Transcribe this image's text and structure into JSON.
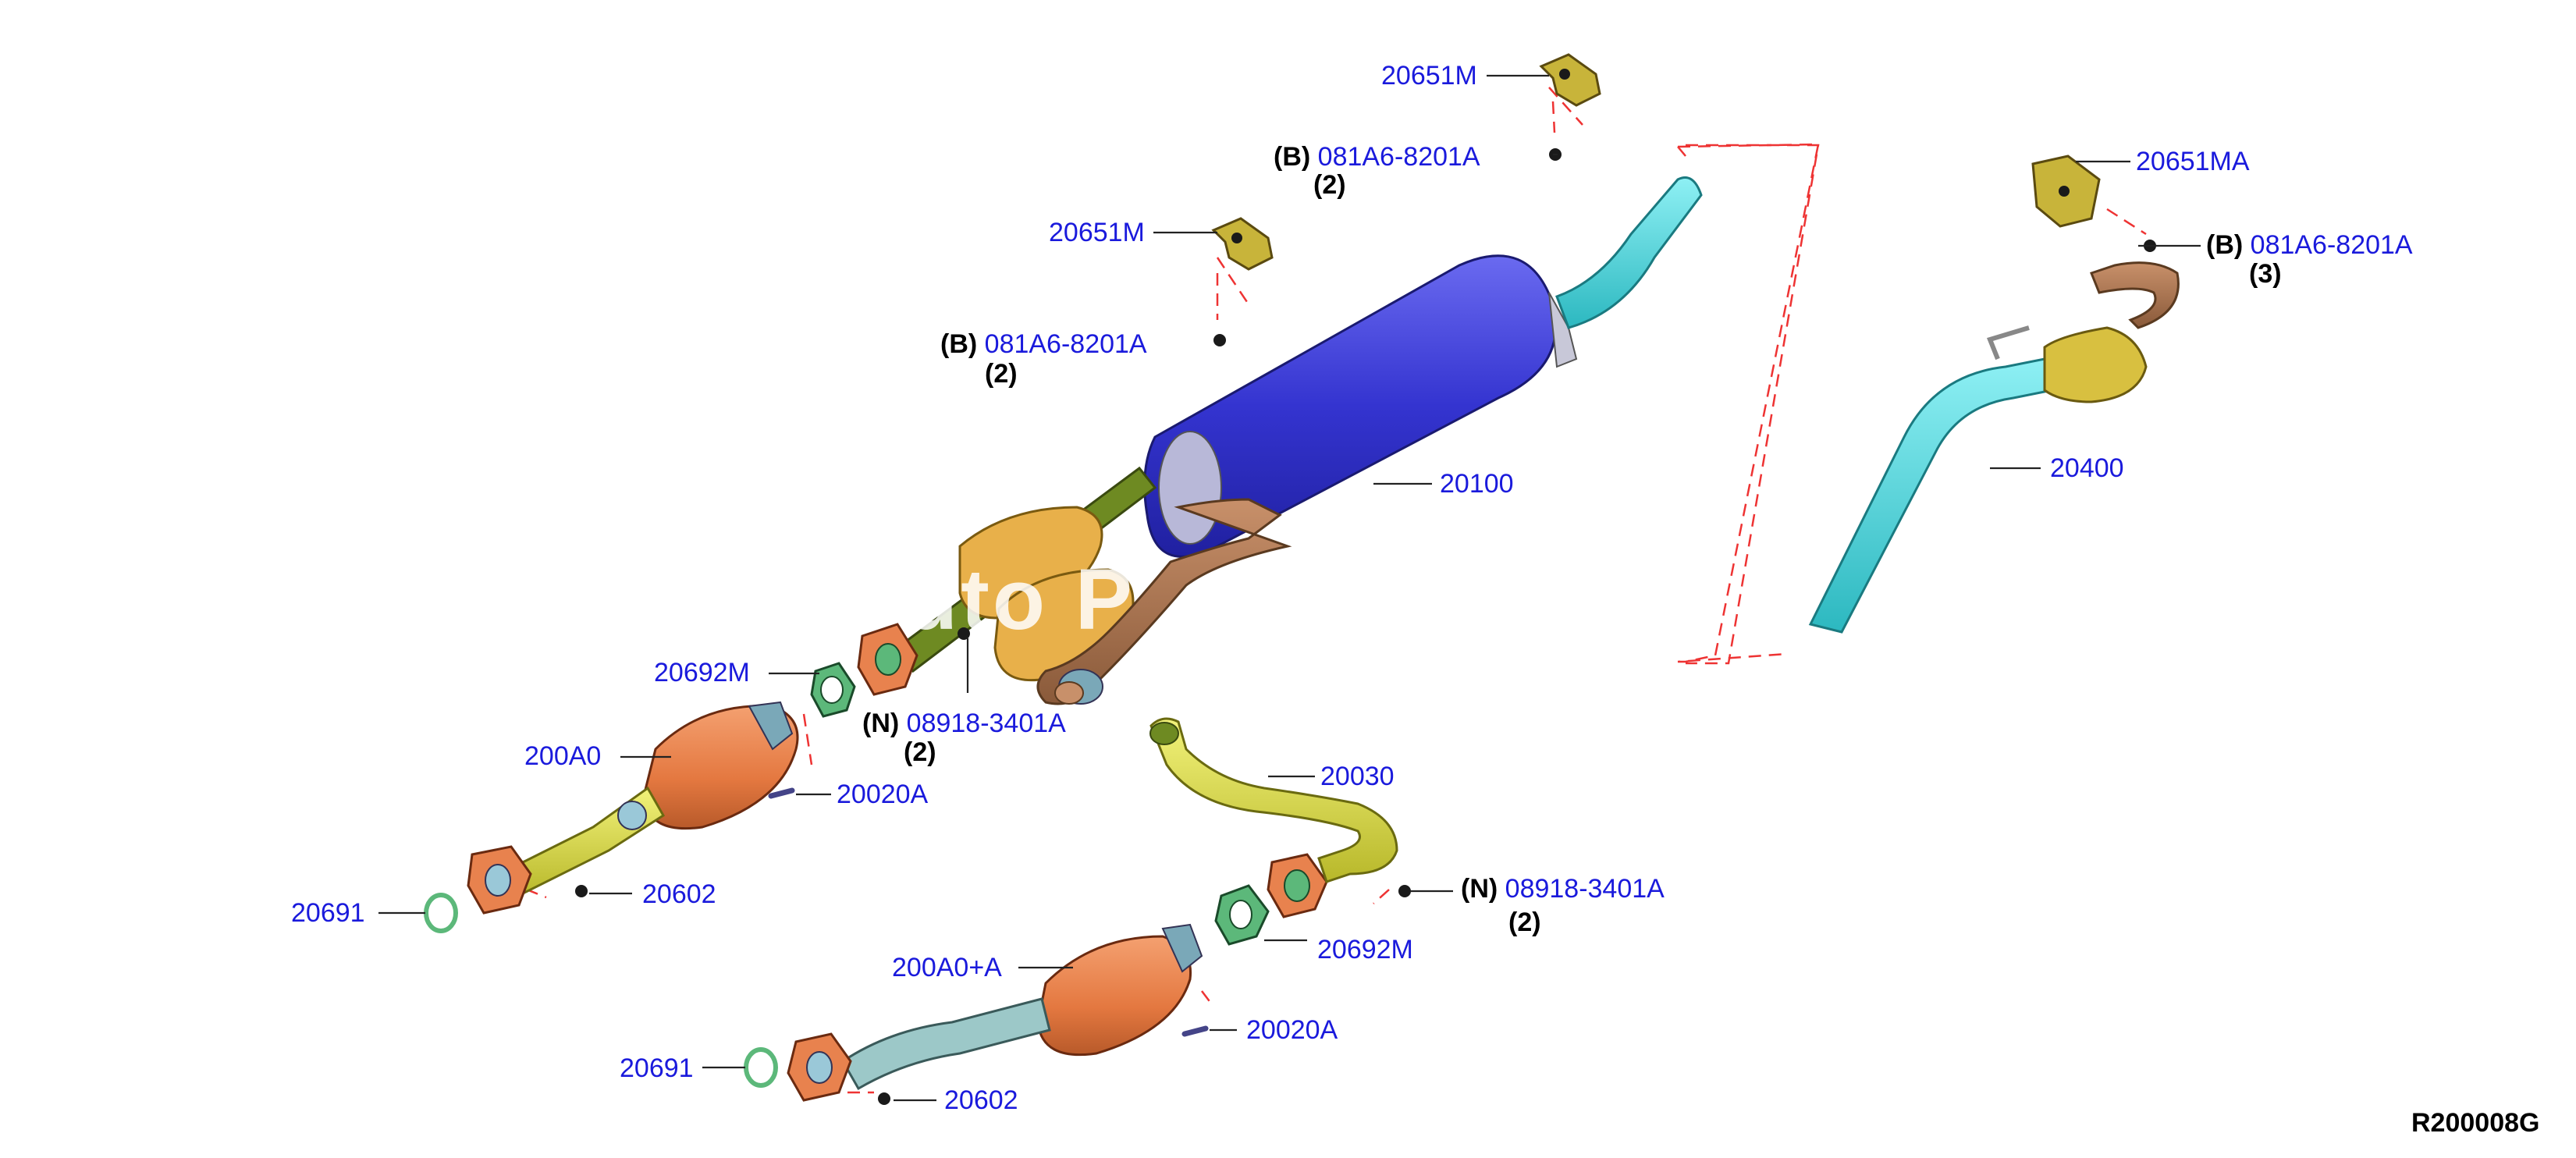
{
  "diagram_code": "R200008G",
  "watermark": "uto P",
  "colors": {
    "part_number": "#1a1adc",
    "muffler": "#3a3ad4",
    "tailpipe": "#47d6dd",
    "catalyst": "#e8824e",
    "pipe_yellow": "#e0e04a",
    "pipe_green": "#6e8a22",
    "bracket": "#c8b43a",
    "gasket": "#5cb87a",
    "dash_line": "#ee3333"
  },
  "labels": [
    {
      "id": "p1",
      "tag": "",
      "part": "20651M",
      "qty": ""
    },
    {
      "id": "p2",
      "tag": "(B)",
      "part": "081A6-8201A",
      "qty": "(2)"
    },
    {
      "id": "p3",
      "tag": "",
      "part": "20651MA",
      "qty": ""
    },
    {
      "id": "p4",
      "tag": "(B)",
      "part": "081A6-8201A",
      "qty": "(3)"
    },
    {
      "id": "p5",
      "tag": "",
      "part": "20651M",
      "qty": ""
    },
    {
      "id": "p6",
      "tag": "(B)",
      "part": "081A6-8201A",
      "qty": "(2)"
    },
    {
      "id": "p7",
      "tag": "",
      "part": "20100",
      "qty": ""
    },
    {
      "id": "p8",
      "tag": "",
      "part": "20400",
      "qty": ""
    },
    {
      "id": "p9",
      "tag": "",
      "part": "20692M",
      "qty": ""
    },
    {
      "id": "p10",
      "tag": "(N)",
      "part": "08918-3401A",
      "qty": "(2)"
    },
    {
      "id": "p11",
      "tag": "",
      "part": "200A0",
      "qty": ""
    },
    {
      "id": "p12",
      "tag": "",
      "part": "20020A",
      "qty": ""
    },
    {
      "id": "p13",
      "tag": "",
      "part": "20030",
      "qty": ""
    },
    {
      "id": "p14",
      "tag": "",
      "part": "20691",
      "qty": ""
    },
    {
      "id": "p15",
      "tag": "",
      "part": "20602",
      "qty": ""
    },
    {
      "id": "p16",
      "tag": "(N)",
      "part": "08918-3401A",
      "qty": "(2)"
    },
    {
      "id": "p17",
      "tag": "",
      "part": "200A0+A",
      "qty": ""
    },
    {
      "id": "p18",
      "tag": "",
      "part": "20692M",
      "qty": ""
    },
    {
      "id": "p19",
      "tag": "",
      "part": "20020A",
      "qty": ""
    },
    {
      "id": "p20",
      "tag": "",
      "part": "20691",
      "qty": ""
    },
    {
      "id": "p21",
      "tag": "",
      "part": "20602",
      "qty": ""
    }
  ]
}
